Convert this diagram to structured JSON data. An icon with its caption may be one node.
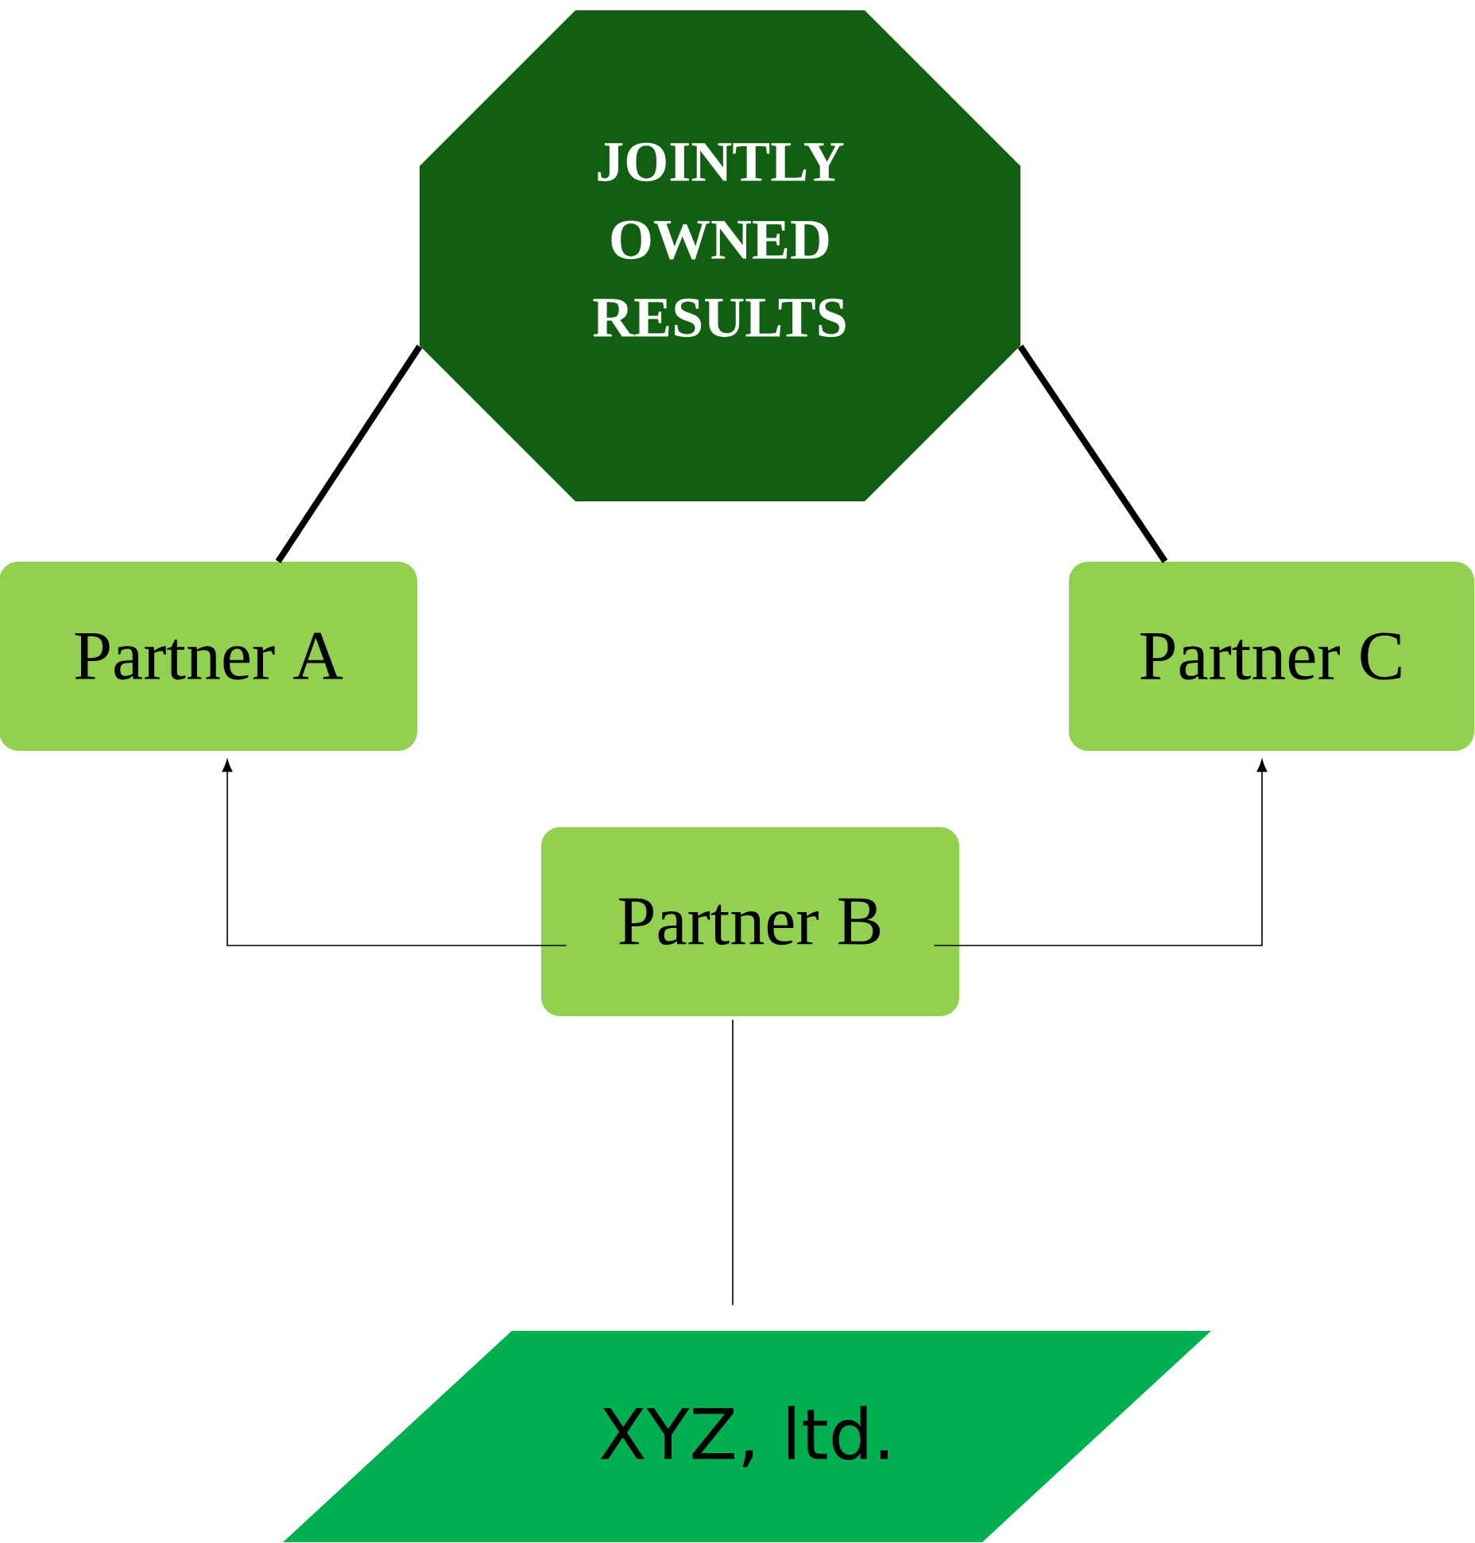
{
  "diagram": {
    "nodes": [
      {
        "text": [
          "JOINTLY OWNED RESULTS"
        ]
      },
      {
        "text": [
          "Partner A"
        ]
      },
      {
        "text": [
          "Partner C"
        ]
      },
      {
        "text": [
          "Partner B"
        ]
      },
      {
        "text": [
          "XYZ, ltd."
        ]
      }
    ],
    "edges": [
      {
        "from": 1,
        "to": 0,
        "arrow": "none",
        "style": "thick"
      },
      {
        "from": 2,
        "to": 0,
        "arrow": "none",
        "style": "thick"
      },
      {
        "from": 3,
        "to": 1,
        "arrow": "to"
      },
      {
        "from": 3,
        "to": 2,
        "arrow": "to"
      },
      {
        "from": 3,
        "to": 4,
        "arrow": "none"
      }
    ]
  }
}
